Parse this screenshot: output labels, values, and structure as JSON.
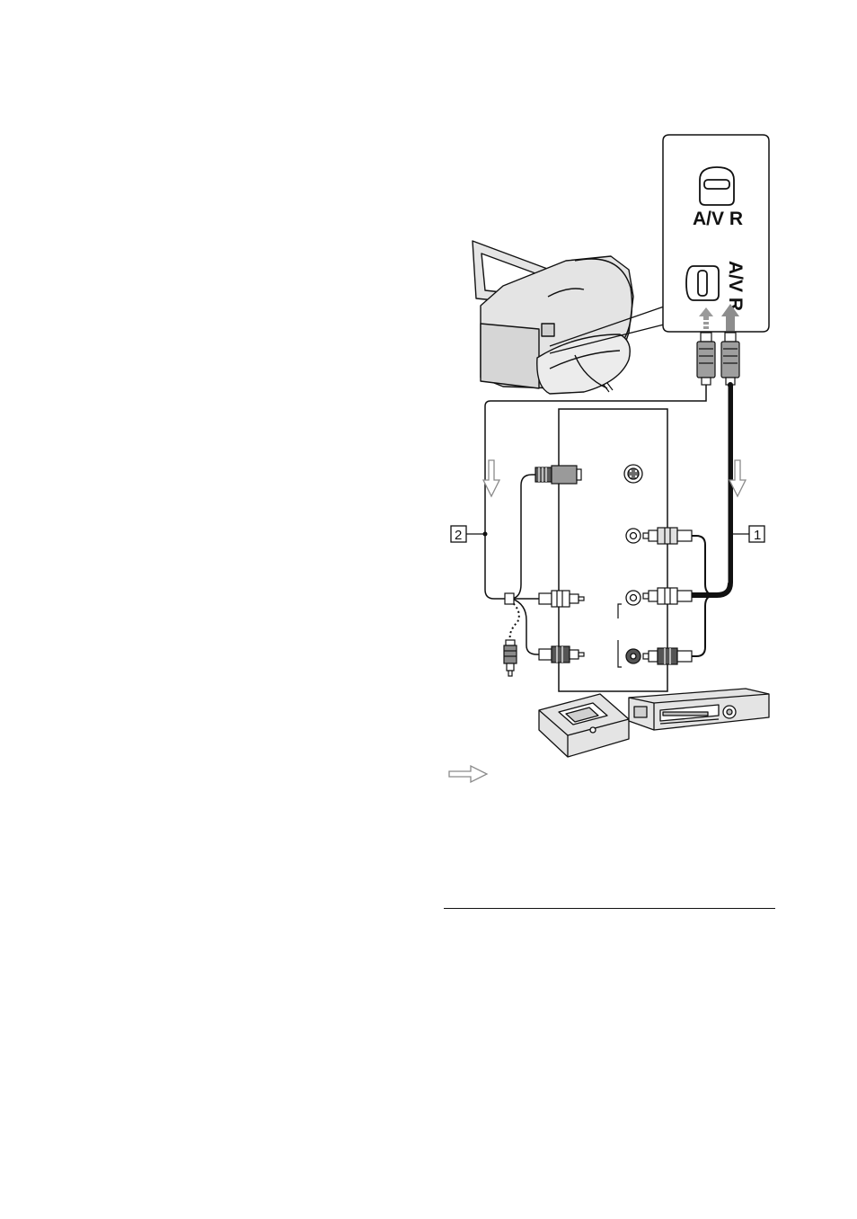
{
  "callout": {
    "top_label": "A/V R",
    "side_label": "A/V R"
  },
  "cables": {
    "cable_1_number": "1",
    "cable_2_number": "2"
  },
  "colors": {
    "line": "#111111",
    "device_fill": "#e4e4e4",
    "device_dark": "#bdbdbd",
    "cable_plug_dark": "#555555",
    "arrow_gray": "#9a9a9a"
  },
  "icons": [
    "camcorder-icon",
    "av-remote-connector-icon",
    "s-video-port-icon",
    "rca-jack-icon",
    "s-video-plug-icon",
    "rca-plug-icon",
    "vcr-icon",
    "dvd-recorder-icon",
    "signal-flow-arrow-icon"
  ]
}
